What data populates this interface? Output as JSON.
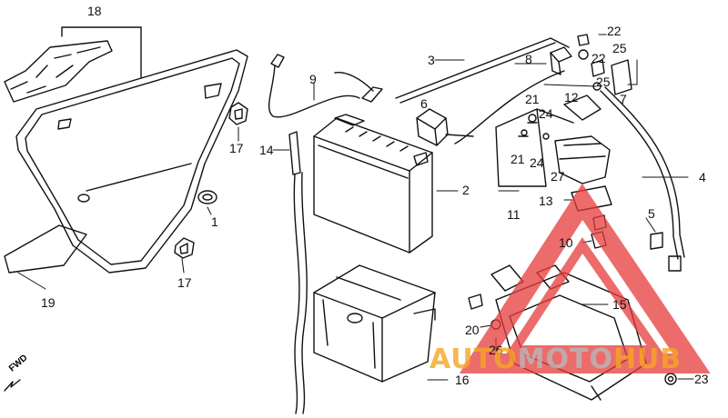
{
  "diagram": {
    "callouts": [
      {
        "id": "c18",
        "text": "18"
      },
      {
        "id": "c3",
        "text": "3"
      },
      {
        "id": "c9",
        "text": "9"
      },
      {
        "id": "c6",
        "text": "6"
      },
      {
        "id": "c17a",
        "text": "17"
      },
      {
        "id": "c14",
        "text": "14"
      },
      {
        "id": "c2",
        "text": "2"
      },
      {
        "id": "c1",
        "text": "1"
      },
      {
        "id": "c17b",
        "text": "17"
      },
      {
        "id": "c19",
        "text": "19"
      },
      {
        "id": "c16",
        "text": "16"
      },
      {
        "id": "c22a",
        "text": "22"
      },
      {
        "id": "c25a",
        "text": "25"
      },
      {
        "id": "c8",
        "text": "8"
      },
      {
        "id": "c22b",
        "text": "22"
      },
      {
        "id": "c25b",
        "text": "25"
      },
      {
        "id": "c7",
        "text": "7"
      },
      {
        "id": "c21a",
        "text": "21"
      },
      {
        "id": "c12",
        "text": "12"
      },
      {
        "id": "c24a",
        "text": "24"
      },
      {
        "id": "c21b",
        "text": "21"
      },
      {
        "id": "c24b",
        "text": "24"
      },
      {
        "id": "c27",
        "text": "27"
      },
      {
        "id": "c11",
        "text": "11"
      },
      {
        "id": "c13",
        "text": "13"
      },
      {
        "id": "c4",
        "text": "4"
      },
      {
        "id": "c5",
        "text": "5"
      },
      {
        "id": "c10",
        "text": "10"
      },
      {
        "id": "c15",
        "text": "15"
      },
      {
        "id": "c20",
        "text": "20"
      },
      {
        "id": "c26",
        "text": "26"
      },
      {
        "id": "c23",
        "text": "23"
      }
    ],
    "fwd_label": "FWD"
  },
  "watermark": {
    "text_auto": "AUTO",
    "text_moto": "MOTO",
    "text_hub": "HUB",
    "color_orange": "#f5a623",
    "color_gray": "#b8b8b8",
    "color_red": "#e63c3c"
  }
}
